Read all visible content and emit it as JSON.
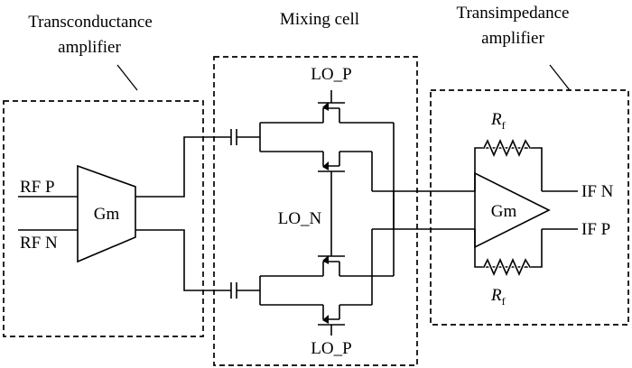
{
  "blocks": {
    "transconductance": {
      "title_line1": "Transconductance",
      "title_line2": "amplifier"
    },
    "mixing": {
      "title": "Mixing cell"
    },
    "transimpedance": {
      "title_line1": "Transimpedance",
      "title_line2": "amplifier"
    }
  },
  "inputs": {
    "rf_p": "RF P",
    "rf_n": "RF N"
  },
  "amplifiers": {
    "input_gm": "Gm",
    "output_gm": "Gm"
  },
  "local_oscillator": {
    "lo_p_top": "LO_P",
    "lo_n": "LO_N",
    "lo_p_bottom": "LO_P"
  },
  "feedback_resistors": {
    "top_main": "R",
    "top_sub": "f",
    "bottom_main": "R",
    "bottom_sub": "f"
  },
  "outputs": {
    "if_n": "IF N",
    "if_p": "IF P"
  }
}
